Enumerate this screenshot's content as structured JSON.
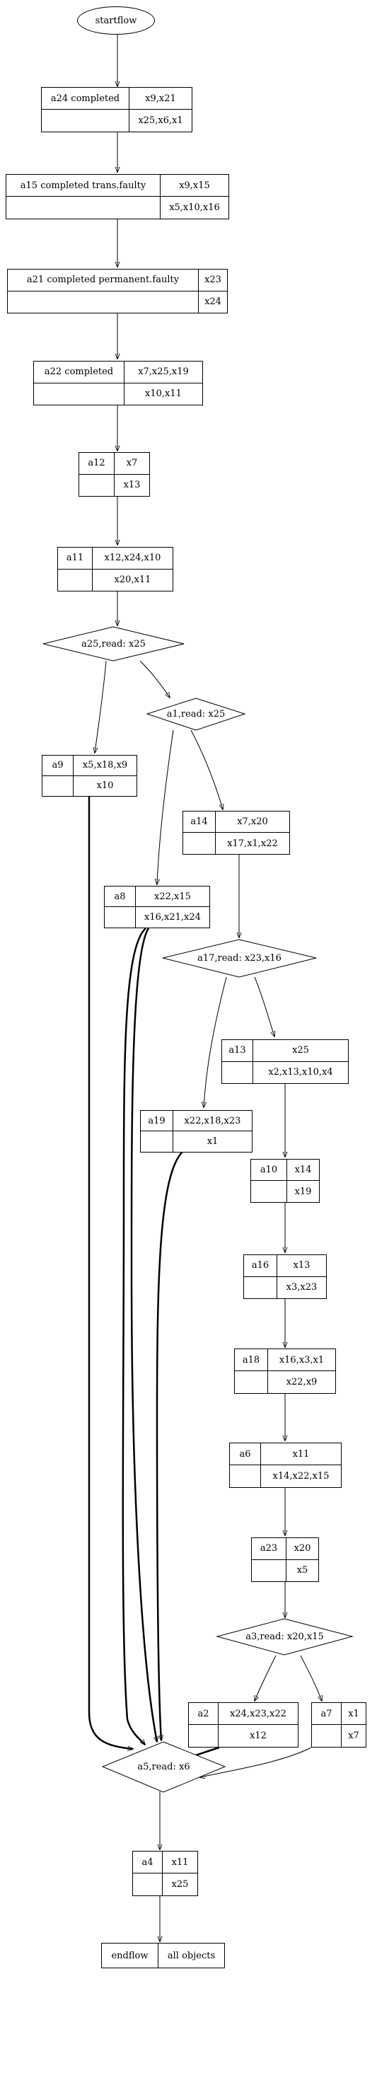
{
  "start": {
    "label": "startflow"
  },
  "records": [
    {
      "id": "a24",
      "label": "a24 completed",
      "top": "x9,x21",
      "bottom": "x25,x6,x1"
    },
    {
      "id": "a15",
      "label": "a15 completed trans.faulty",
      "top": "x9,x15",
      "bottom": "x5,x10,x16"
    },
    {
      "id": "a21",
      "label": "a21 completed permanent.faulty",
      "top": "x23",
      "bottom": "x24"
    },
    {
      "id": "a22",
      "label": "a22 completed",
      "top": "x7,x25,x19",
      "bottom": "x10,x11"
    },
    {
      "id": "a12",
      "label": "a12",
      "top": "x7",
      "bottom": "x13"
    },
    {
      "id": "a11",
      "label": "a11",
      "top": "x12,x24,x10",
      "bottom": "x20,x11"
    },
    {
      "id": "a9",
      "label": "a9",
      "top": "x5,x18,x9",
      "bottom": "x10"
    },
    {
      "id": "a14",
      "label": "a14",
      "top": "x7,x20",
      "bottom": "x17,x1,x22"
    },
    {
      "id": "a8",
      "label": "a8",
      "top": "x22,x15",
      "bottom": "x16,x21,x24"
    },
    {
      "id": "a13",
      "label": "a13",
      "top": "x25",
      "bottom": "x2,x13,x10,x4"
    },
    {
      "id": "a19",
      "label": "a19",
      "top": "x22,x18,x23",
      "bottom": "x1"
    },
    {
      "id": "a10",
      "label": "a10",
      "top": "x14",
      "bottom": "x19"
    },
    {
      "id": "a16",
      "label": "a16",
      "top": "x13",
      "bottom": "x3,x23"
    },
    {
      "id": "a18",
      "label": "a18",
      "top": "x16,x3,x1",
      "bottom": "x22,x9"
    },
    {
      "id": "a6",
      "label": "a6",
      "top": "x11",
      "bottom": "x14,x22,x15"
    },
    {
      "id": "a23",
      "label": "a23",
      "top": "x20",
      "bottom": "x5"
    },
    {
      "id": "a2",
      "label": "a2",
      "top": "x24,x23,x22",
      "bottom": "x12"
    },
    {
      "id": "a7",
      "label": "a7",
      "top": "x1",
      "bottom": "x7"
    },
    {
      "id": "a4",
      "label": "a4",
      "top": "x11",
      "bottom": "x25"
    }
  ],
  "decisions": [
    {
      "id": "a25r",
      "label": "a25,read: x25"
    },
    {
      "id": "a1r",
      "label": "a1,read: x25"
    },
    {
      "id": "a17r",
      "label": "a17,read: x23,x16"
    },
    {
      "id": "a3r",
      "label": "a3,read: x20,x15"
    },
    {
      "id": "a5r",
      "label": "a5,read: x6"
    }
  ],
  "end": {
    "label": "endflow",
    "value": "all objects"
  }
}
